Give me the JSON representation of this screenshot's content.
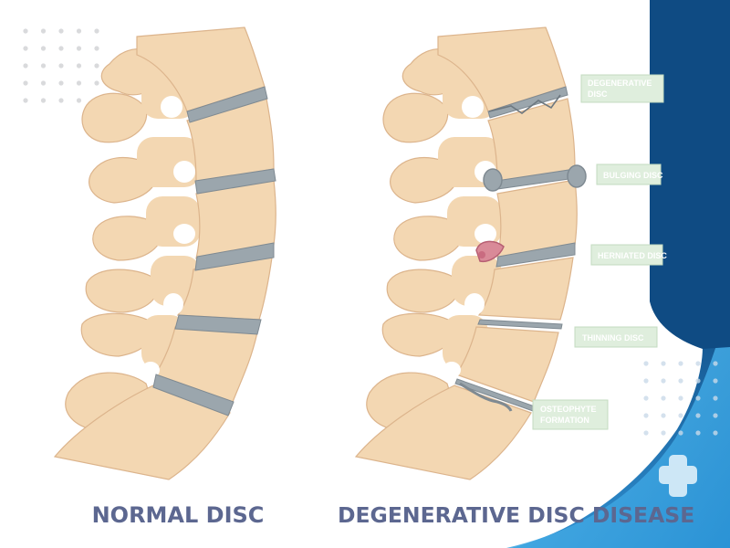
{
  "colors": {
    "bone": "#f3d7b2",
    "bone_shadow": "#dcb48c",
    "disc": "#9ba6ad",
    "disc_dark": "#7f8a92",
    "label_bg": "#dfeedd",
    "label_border": "#c3dbc0",
    "label_text": "#ffffff",
    "caption": "#5c6790",
    "dots": "#d9dadc",
    "panel_dark": "#0f4b83",
    "panel_light": "#36a9e5",
    "hernia": "#d98a98"
  },
  "normal_caption": "NORMAL DISC",
  "disease_caption": "DEGENERATIVE DISC DISEASE",
  "labels": [
    {
      "lines": [
        "DEGENERATIVE",
        "DISC"
      ]
    },
    {
      "lines": [
        "BULGING DISC"
      ]
    },
    {
      "lines": [
        "HERNIATED DISC"
      ]
    },
    {
      "lines": [
        "THINNING DISC"
      ]
    },
    {
      "lines": [
        "OSTEOPHYTE",
        "FORMATION"
      ]
    }
  ],
  "decor": {
    "dot_grid_icon": "dot-grid",
    "cross_icon": "medical-cross"
  }
}
